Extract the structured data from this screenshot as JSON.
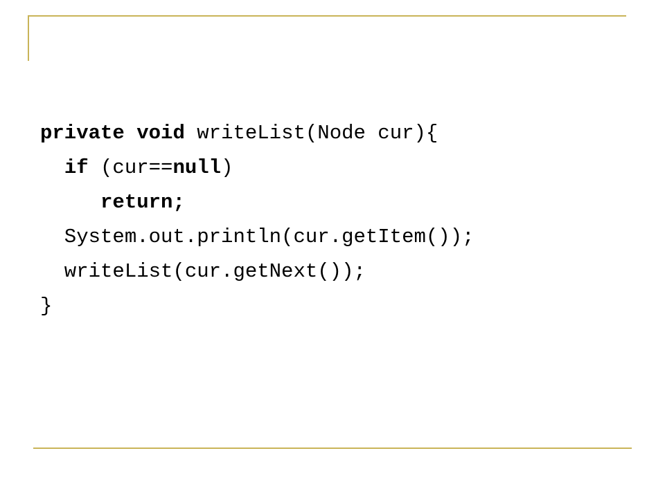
{
  "slide": {
    "accent_color": "#c9b458",
    "code_lines": [
      [
        {
          "text": "private",
          "keyword": true
        },
        {
          "text": " ",
          "keyword": false
        },
        {
          "text": "void",
          "keyword": true
        },
        {
          "text": " writeList(Node cur){",
          "keyword": false
        }
      ],
      [
        {
          "text": "  ",
          "keyword": false
        },
        {
          "text": "if",
          "keyword": true
        },
        {
          "text": " (cur==",
          "keyword": false
        },
        {
          "text": "null",
          "keyword": true
        },
        {
          "text": ")",
          "keyword": false
        }
      ],
      [
        {
          "text": "     ",
          "keyword": false
        },
        {
          "text": "return",
          "keyword": true
        },
        {
          "text": ";",
          "keyword": false
        }
      ],
      [
        {
          "text": "  System.out.println(cur.getItem());",
          "keyword": false
        }
      ],
      [
        {
          "text": "  writeList(cur.getNext());",
          "keyword": false
        }
      ],
      [
        {
          "text": "}",
          "keyword": false
        }
      ]
    ]
  }
}
